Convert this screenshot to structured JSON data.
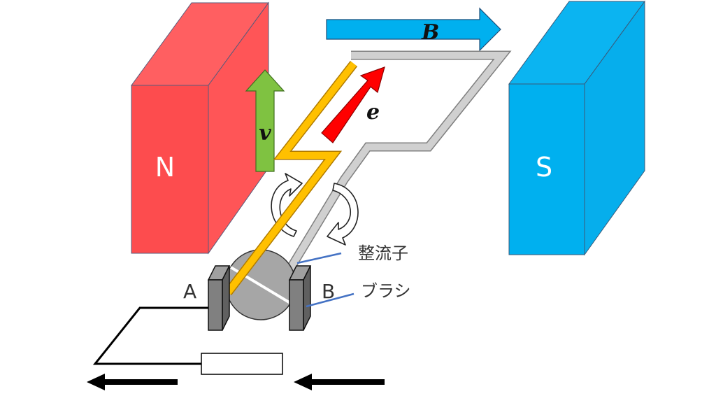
{
  "magnets": {
    "north": {
      "label": "N",
      "front": "#fd4c4e",
      "top": "#ff5f61",
      "side": "#ff5557"
    },
    "south": {
      "label": "S",
      "front": "#00b0ef",
      "top": "#0bb4f1",
      "side": "#06aeec"
    }
  },
  "vectors": {
    "field": {
      "label": "B",
      "color": "#00b0ef"
    },
    "velocity": {
      "label": "v",
      "color": "#7fc241"
    },
    "emf": {
      "label": "e",
      "color": "#ff0000"
    }
  },
  "coil": {
    "gold": "#ffc000",
    "gray": "#d0d0d0"
  },
  "labels": {
    "commutator": "整流子",
    "brush": "ブラシ",
    "brush_a": "A",
    "brush_b": "B"
  },
  "colors": {
    "brush": "#808080",
    "commutator": "#a6a6a6",
    "leader": "#4472c4",
    "circuit": "#000000"
  }
}
